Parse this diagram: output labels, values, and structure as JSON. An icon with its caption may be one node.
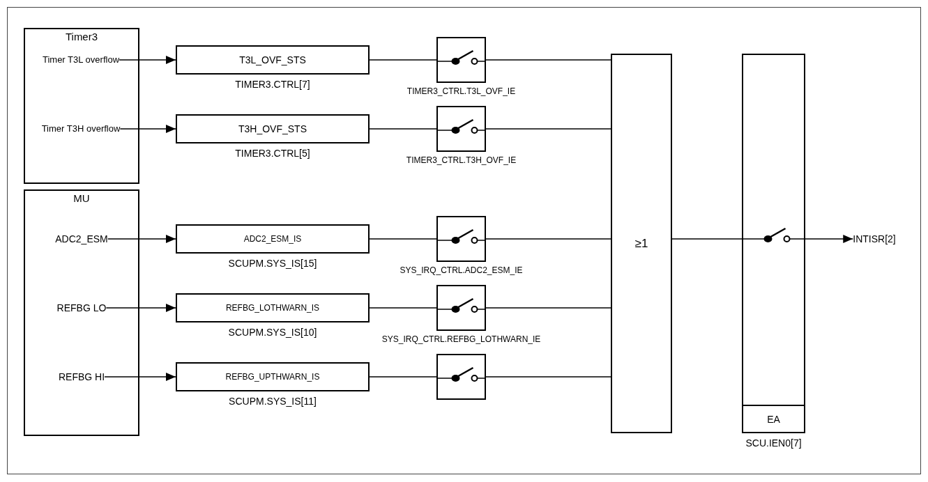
{
  "diagram": {
    "nodes": [
      {
        "text": [
          "Timer3"
        ]
      },
      {
        "text": [
          "Timer T3L overflow"
        ],
        "in": 0
      },
      {
        "text": [
          "Timer T3H overflow"
        ],
        "in": 0
      },
      {
        "text": [
          "MU"
        ]
      },
      {
        "text": [
          "ADC2_ESM"
        ],
        "in": 3
      },
      {
        "text": [
          "REFBG LO"
        ],
        "in": 3
      },
      {
        "text": [
          "REFBG HI"
        ],
        "in": 3
      },
      {
        "text": [
          "T3L_OVF_STS"
        ],
        "beside": [
          "TIMER3.CTRL[7]"
        ]
      },
      {
        "text": [
          "T3H_OVF_STS"
        ],
        "beside": [
          "TIMER3.CTRL[5]"
        ]
      },
      {
        "text": [
          "ADC2_ESM_IS"
        ],
        "beside": [
          "SCUPM.SYS_IS[15]"
        ]
      },
      {
        "text": [
          "REFBG_LOTHWARN_IS"
        ],
        "beside": [
          "SCUPM.SYS_IS[10]"
        ]
      },
      {
        "text": [
          "REFBG_UPTHWARN_IS"
        ],
        "beside": [
          "SCUPM.SYS_IS[11]"
        ]
      },
      {
        "text": [],
        "shape": "box",
        "beside": [
          "TIMER3_CTRL.T3L_OVF_IE"
        ]
      },
      {
        "text": [],
        "shape": "box",
        "beside": [
          "TIMER3_CTRL.T3H_OVF_IE"
        ]
      },
      {
        "text": [],
        "shape": "box",
        "beside": [
          "SYS_IRQ_CTRL.ADC2_ESM_IE"
        ]
      },
      {
        "text": [],
        "shape": "box",
        "beside": [
          "SYS_IRQ_CTRL.REFBG_LOTHWARN_IE"
        ]
      },
      {
        "text": [],
        "shape": "box"
      },
      {
        "text": [
          "≥1"
        ]
      },
      {
        "text": [],
        "shape": "box",
        "beside": [
          "SCU.IEN0[7]"
        ]
      },
      {
        "text": [
          "EA"
        ],
        "in": 18
      },
      {
        "text": [
          "INTISR[2]"
        ]
      }
    ],
    "edges": [
      {
        "from": 1,
        "to": 7,
        "arrow": "to"
      },
      {
        "from": 2,
        "to": 8,
        "arrow": "to"
      },
      {
        "from": 4,
        "to": 9,
        "arrow": "to"
      },
      {
        "from": 5,
        "to": 10,
        "arrow": "to"
      },
      {
        "from": 6,
        "to": 11,
        "arrow": "to"
      },
      {
        "from": 7,
        "to": 12,
        "arrow": "none"
      },
      {
        "from": 8,
        "to": 13,
        "arrow": "none"
      },
      {
        "from": 9,
        "to": 14,
        "arrow": "none"
      },
      {
        "from": 10,
        "to": 15,
        "arrow": "none"
      },
      {
        "from": 11,
        "to": 16,
        "arrow": "none"
      },
      {
        "from": 12,
        "to": 17,
        "arrow": "none"
      },
      {
        "from": 13,
        "to": 17,
        "arrow": "none"
      },
      {
        "from": 14,
        "to": 17,
        "arrow": "none"
      },
      {
        "from": 15,
        "to": 17,
        "arrow": "none"
      },
      {
        "from": 16,
        "to": 17,
        "arrow": "none"
      },
      {
        "from": 17,
        "to": 18,
        "arrow": "none"
      },
      {
        "from": 18,
        "to": 20,
        "arrow": "to"
      }
    ]
  }
}
